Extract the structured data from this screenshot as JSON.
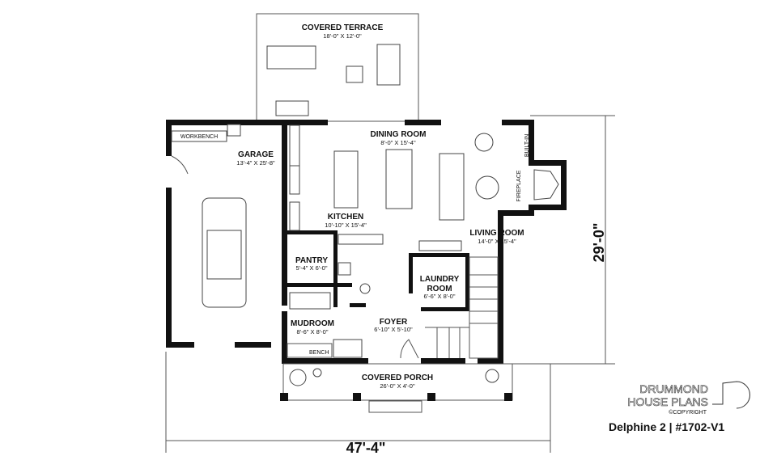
{
  "rooms": {
    "covered_terrace": {
      "name": "COVERED TERRACE",
      "size": "18'-0\" X 12'-0\""
    },
    "garage": {
      "name": "GARAGE",
      "size": "13'-4\" X 25'-8\""
    },
    "workbench": "WORKBENCH",
    "dining_room": {
      "name": "DINING ROOM",
      "size": "8'-0\" X 15'-4\""
    },
    "kitchen": {
      "name": "KITCHEN",
      "size": "10'-10\" X 15'-4\""
    },
    "living_room": {
      "name": "LIVING ROOM",
      "size": "14'-0\" X 15'-4\""
    },
    "built_in": "BUILT-IN",
    "fireplace": "FIREPLACE",
    "pantry": {
      "name": "PANTRY",
      "size": "5'-4\" X 6'-0\""
    },
    "laundry_room": {
      "name_line1": "LAUNDRY",
      "name_line2": "ROOM",
      "size": "6'-6\" X 8'-0\""
    },
    "mudroom": {
      "name": "MUDROOM",
      "size": "8'-6\" X 8'-0\""
    },
    "bench": "BENCH",
    "foyer": {
      "name": "FOYER",
      "size": "6'-10\" X 5'-10\""
    },
    "covered_porch": {
      "name": "COVERED PORCH",
      "size": "26'-0\" X 4'-0\""
    }
  },
  "dimensions": {
    "width": "47'-4\"",
    "depth": "29'-0\""
  },
  "branding": {
    "line1": "DRUMMOND",
    "line2": "HOUSE PLANS",
    "copyright": "©COPYRIGHT",
    "plan_title": "Delphine 2 | #1702-V1"
  }
}
